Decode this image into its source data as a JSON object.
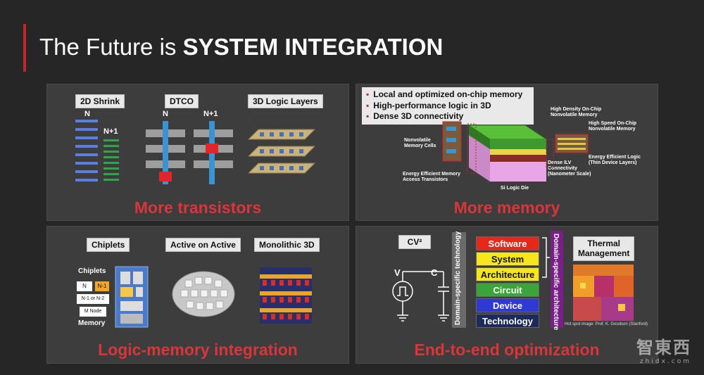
{
  "slide": {
    "title_prefix": "The Future is ",
    "title_bold": "SYSTEM INTEGRATION",
    "accent_color": "#c0272d"
  },
  "panels": {
    "transistors": {
      "caption": "More transistors",
      "labels": {
        "shrink": "2D Shrink",
        "dtco": "DTCO",
        "logic3d": "3D Logic Layers"
      },
      "n": "N",
      "n1": "N+1",
      "dtco_n": "N",
      "dtco_n1": "N+1"
    },
    "memory": {
      "caption": "More memory",
      "bullets": [
        "Local and optimized on-chip memory",
        "High-performance logic in 3D",
        "Dense 3D connectivity"
      ],
      "annotations": {
        "nonvolatile_cells": "Nonvolatile\nMemory Cells",
        "access_transistors": "Energy Efficient Memory\nAccess Transistors",
        "high_density": "High Density On-Chip\nNonvolatile Memory",
        "high_speed": "High Speed On-Chip\nNonvolatile Memory",
        "efficient_logic": "Energy Efficient Logic\n(Thin Device Layers)",
        "dense_ilv": "Dense ILV\nConnectivity\n(Nanometer Scale)",
        "si_logic_die": "Si Logic Die"
      }
    },
    "integration": {
      "caption": "Logic-memory integration",
      "labels": {
        "chiplets": "Chiplets",
        "active": "Active on Active",
        "mono3d": "Monolithic 3D"
      },
      "chiplets_title": "Chiplets",
      "node_n": "N",
      "node_n1": "N-1",
      "node_n1n2": "N-1 or N-2",
      "node_m": "M Node",
      "memory": "Memory"
    },
    "optimization": {
      "caption": "End-to-end optimization",
      "cv_label": "CV²",
      "v": "V",
      "c": "C",
      "domain_tech": "Domain-specific technology",
      "domain_arch": "Domain-specific architecture",
      "stack": [
        {
          "label": "Software",
          "color": "#e8271b",
          "text": "#ffffff"
        },
        {
          "label": "System",
          "color": "#f7e61c",
          "text": "#111111"
        },
        {
          "label": "Architecture",
          "color": "#f7e61c",
          "text": "#111111"
        },
        {
          "label": "Circuit",
          "color": "#3aa63a",
          "text": "#ffffff"
        },
        {
          "label": "Device",
          "color": "#2f3ad6",
          "text": "#ffffff"
        },
        {
          "label": "Technology",
          "color": "#1d2a5c",
          "text": "#ffffff"
        }
      ],
      "thermal": "Thermal\nManagement",
      "credit": "Hot spot image: Prof. K. Goodson (Stanford)"
    }
  },
  "watermark": {
    "main": "智東西",
    "sub": "zhidx.com"
  }
}
